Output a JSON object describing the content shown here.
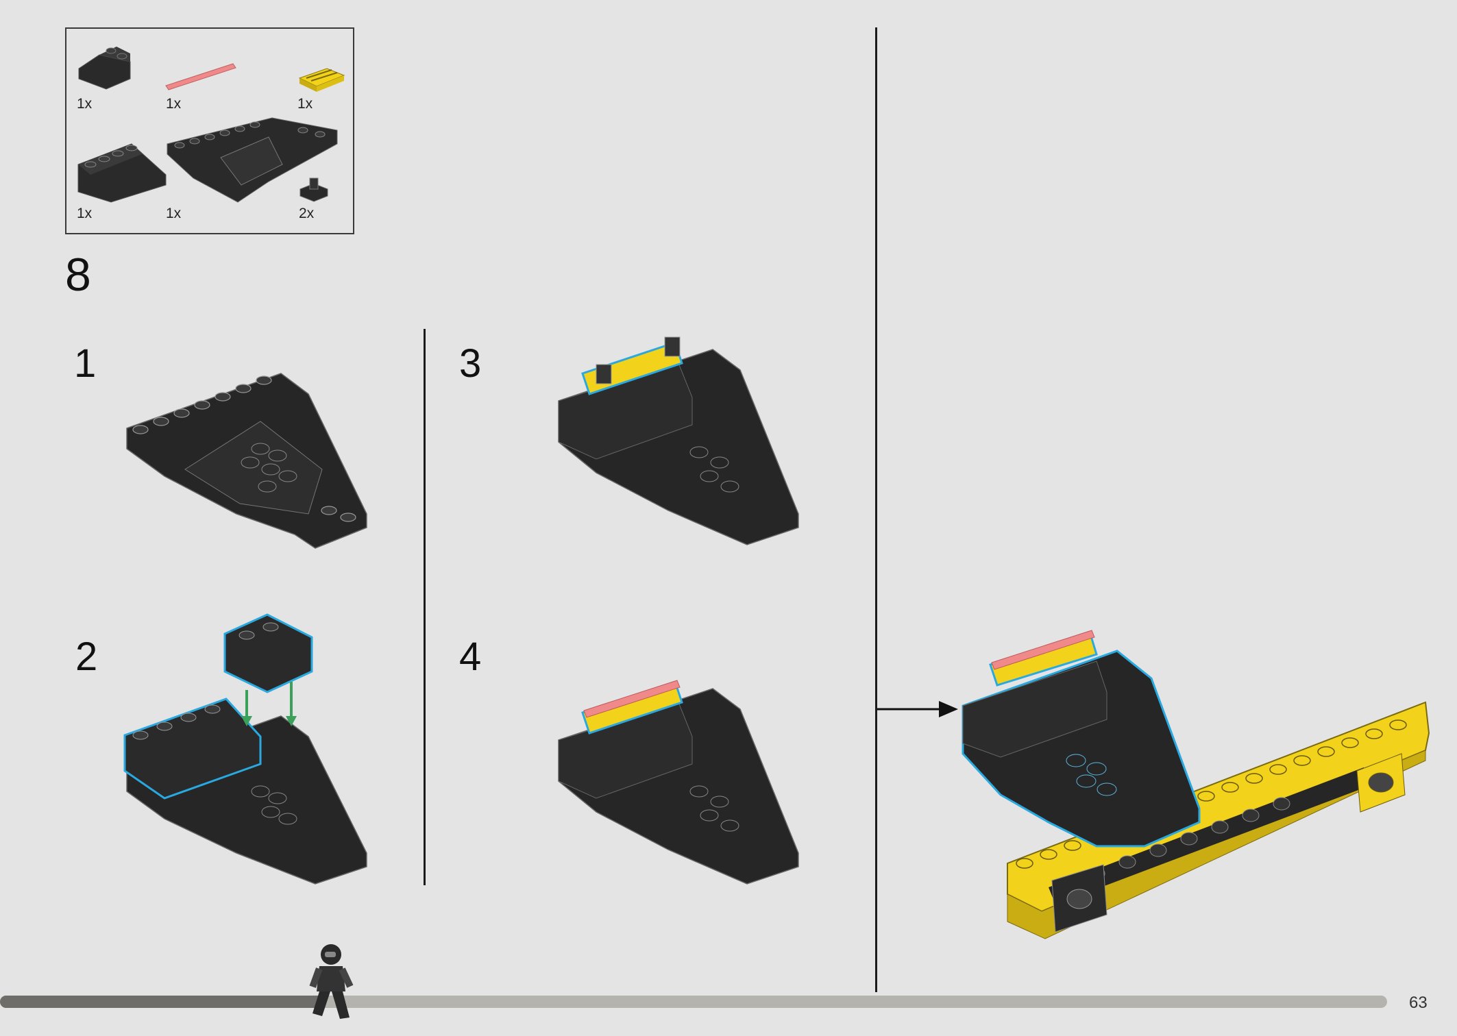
{
  "parts": [
    {
      "name": "slope-2x2-black",
      "qty": "1x"
    },
    {
      "name": "bar-pink",
      "qty": "1x"
    },
    {
      "name": "tile-grille-yellow",
      "qty": "1x"
    },
    {
      "name": "slope-2x4-black",
      "qty": "1x"
    },
    {
      "name": "wedge-plate-black",
      "qty": "1x"
    },
    {
      "name": "clip-black",
      "qty": "2x"
    }
  ],
  "step_number": "8",
  "substeps": [
    "1",
    "2",
    "3",
    "4"
  ],
  "page_number": "63",
  "progress": 0.23,
  "colors": {
    "background": "#e4e4e4",
    "brick_black": "#2a2a2a",
    "highlight_blue": "#2aa9e0",
    "yellow": "#f2d21b",
    "pink": "#f08a8a",
    "arrow_green": "#3aa05a"
  },
  "icons": [
    "minifig-runner-icon",
    "arrow-right-icon"
  ]
}
